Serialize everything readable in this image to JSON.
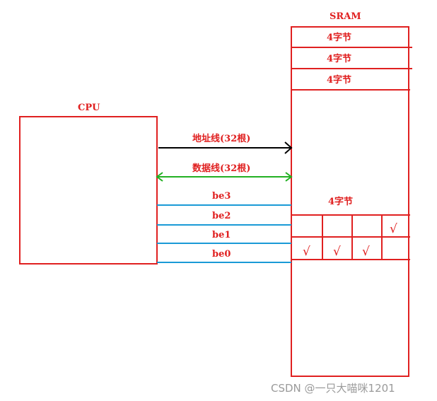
{
  "colors": {
    "red": "#e02020",
    "black": "#000000",
    "green": "#22b022",
    "blue": "#1a9ad6",
    "watermark": "#9a9a9a"
  },
  "cpu": {
    "label": "CPU"
  },
  "sram": {
    "label": "SRAM",
    "rows": [
      "4字节",
      "4字节",
      "4字节"
    ],
    "block_label": "4字节",
    "check_glyph": "√"
  },
  "buses": {
    "address": "地址线(32根)",
    "data": "数据线(32根)"
  },
  "byte_enables": [
    "be3",
    "be2",
    "be1",
    "be0"
  ],
  "watermark": "CSDN @一只大喵咪1201"
}
